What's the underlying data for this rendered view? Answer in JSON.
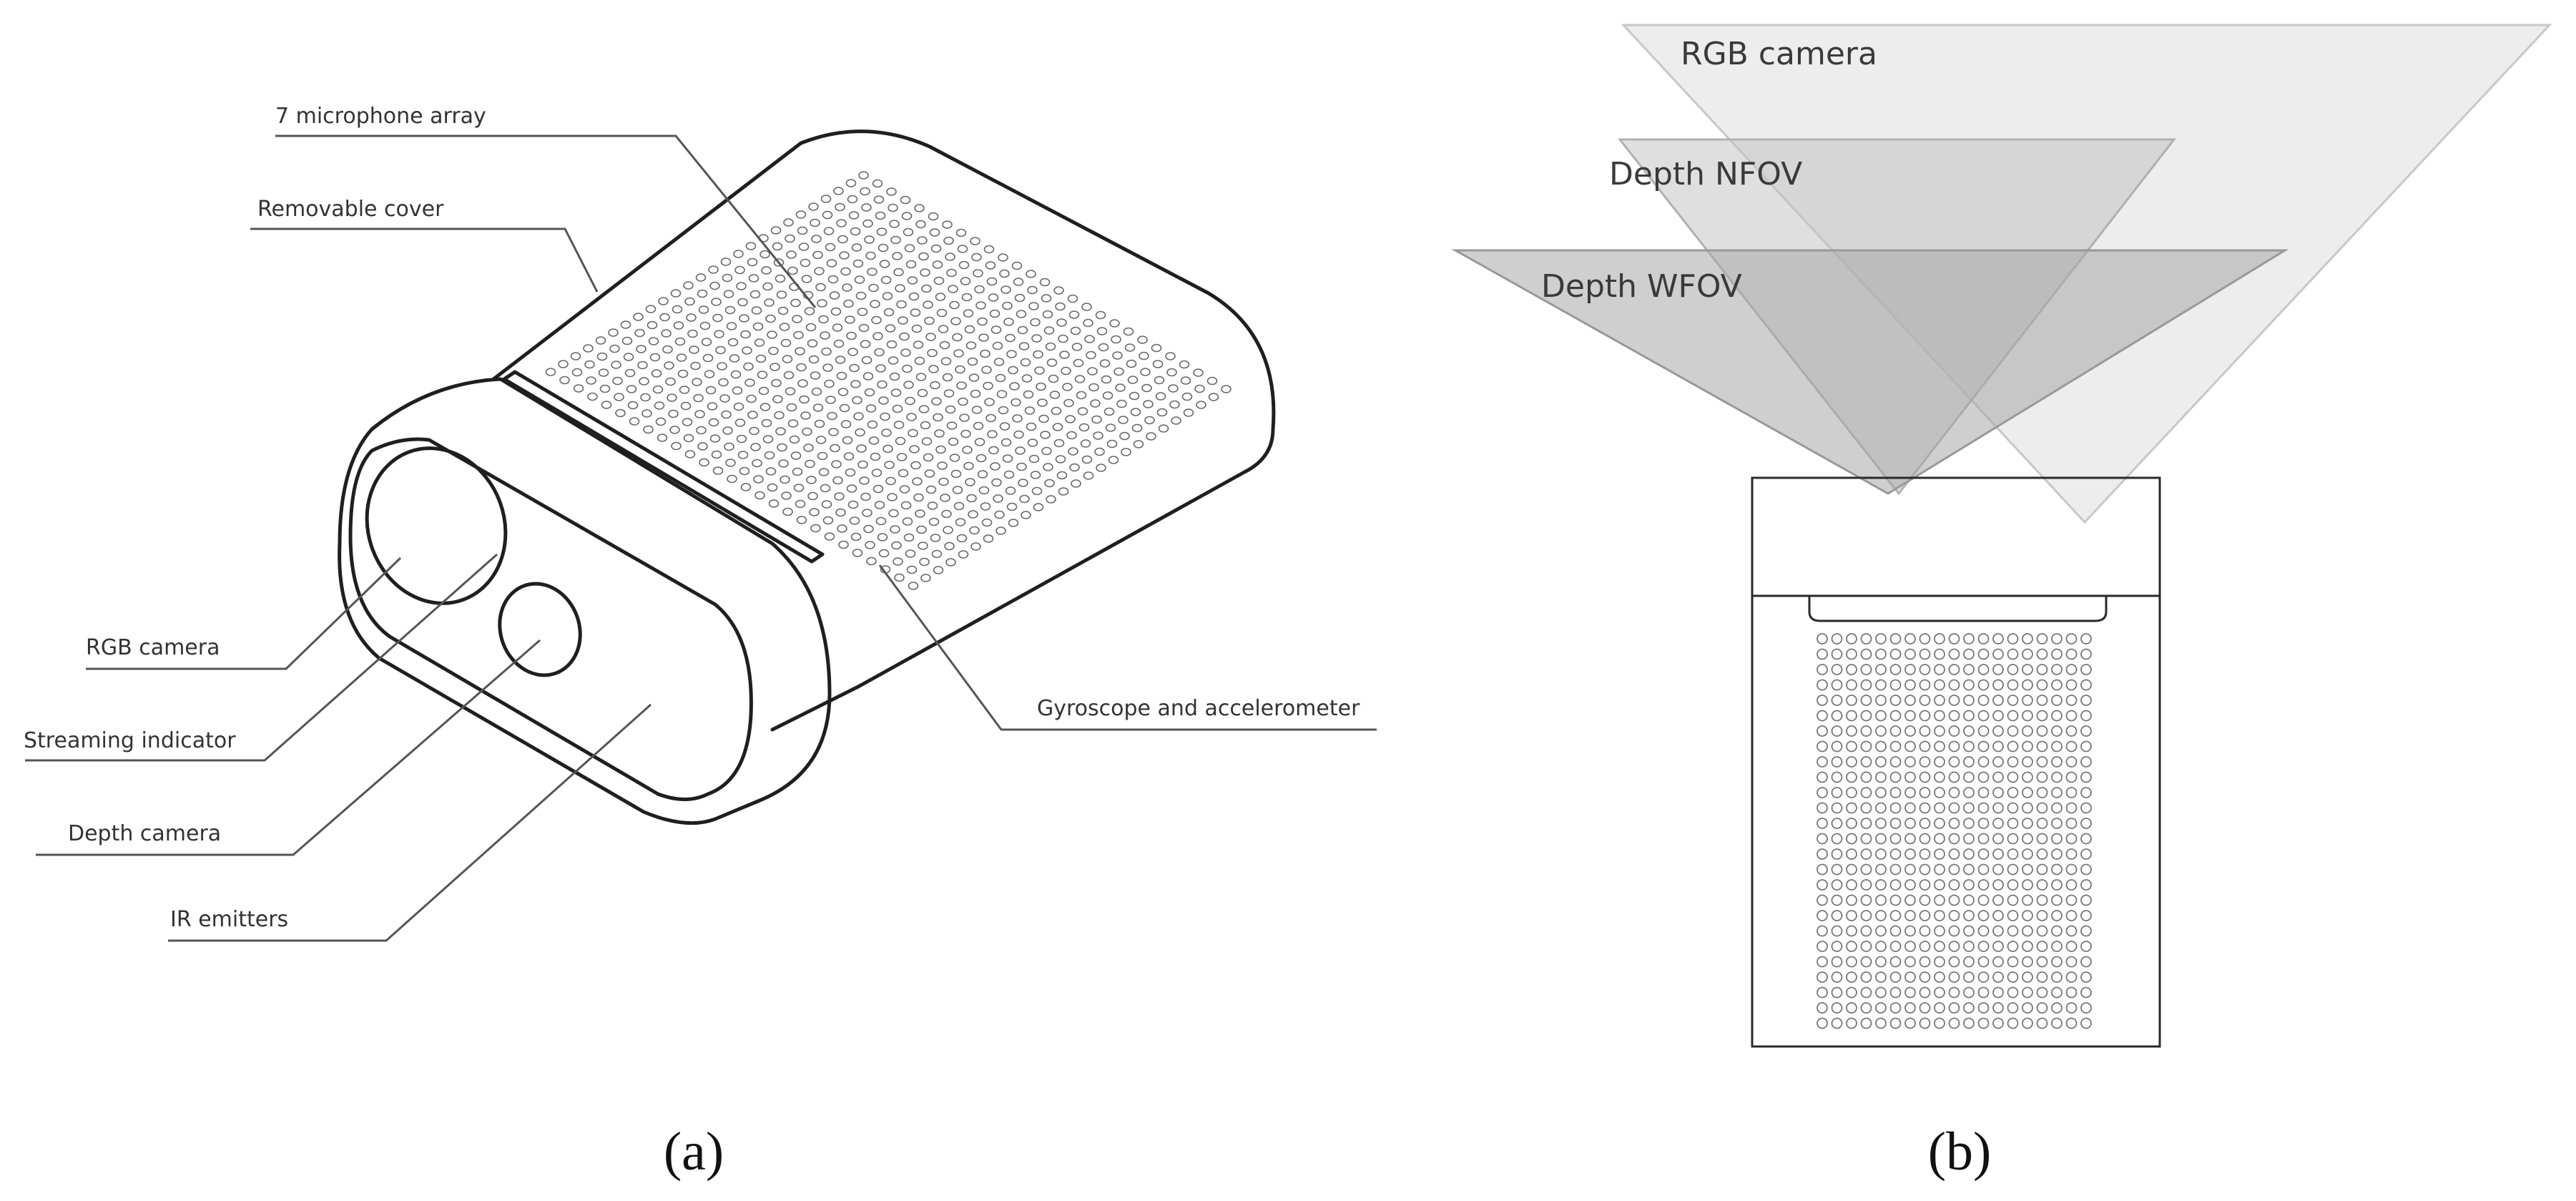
{
  "panel_a": {
    "callouts": [
      {
        "id": "mic-array",
        "label": "7 microphone array"
      },
      {
        "id": "removable-cover",
        "label": "Removable cover"
      },
      {
        "id": "rgb-camera",
        "label": "RGB camera"
      },
      {
        "id": "streaming-indicator",
        "label": "Streaming indicator"
      },
      {
        "id": "depth-camera",
        "label": "Depth camera"
      },
      {
        "id": "ir-emitters",
        "label": "IR emitters"
      },
      {
        "id": "gyro",
        "label": "Gyroscope and accelerometer"
      }
    ],
    "caption": "(a)"
  },
  "panel_b": {
    "fov_labels": {
      "rgb": "RGB camera",
      "nfov": "Depth NFOV",
      "wfov": "Depth WFOV"
    },
    "caption": "(b)"
  }
}
